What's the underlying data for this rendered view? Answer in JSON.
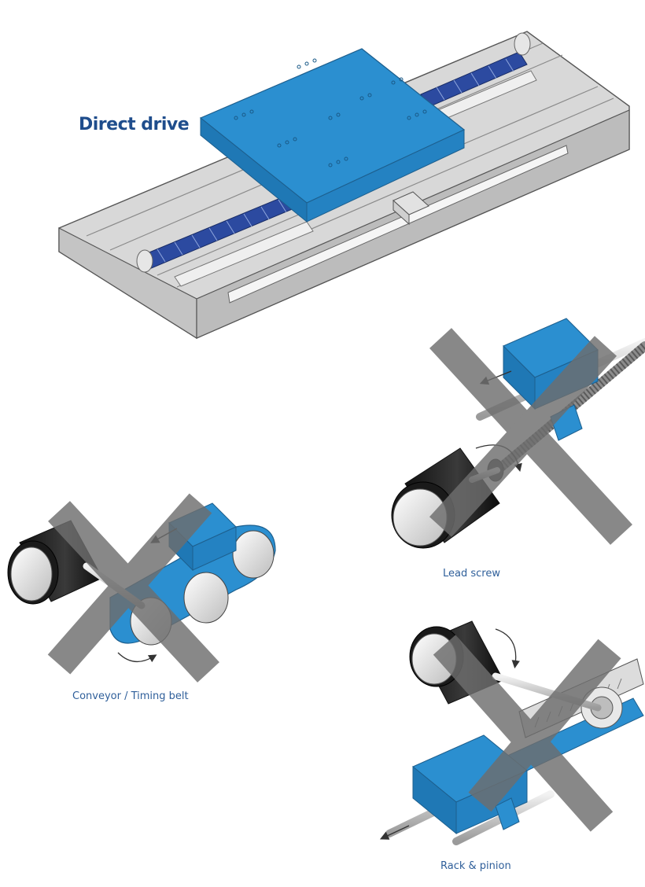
{
  "title": "Direct drive",
  "captions": {
    "lead_screw": "Lead screw",
    "timing_belt": "Conveyor / Timing belt",
    "rack_pinion": "Rack & pinion"
  },
  "colors": {
    "heading": "#1f4d8c",
    "caption": "#2f5f9a",
    "carriage_blue": "#2b8fd0",
    "magnet_blue": "#2c4aa0",
    "rail_gray": "#dcdcdc",
    "outline": "#555555",
    "cross_gray": "#6e6e6e",
    "motor_black": "#222222"
  }
}
